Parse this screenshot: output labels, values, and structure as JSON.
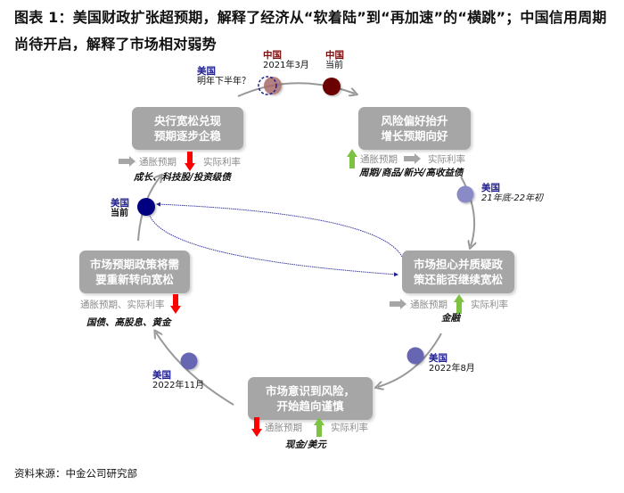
{
  "title": "图表 1：美国财政扩张超预期，解释了经济从“软着陆”到“再加速”的“横跳”；中国信用周期尚待开启，解释了市场相对弱势",
  "source": "资料来源：中金公司研究部",
  "colors": {
    "box_fill": "#a6a6a6",
    "cycle_arrow": "#999999",
    "us_current": "#000080",
    "us_past": "#6666b3",
    "cn_current": "#6b0000",
    "cn_past": "#a86a6a",
    "up_arrow": "#7dc242",
    "down_arrow": "#ff0000",
    "flat_arrow": "#a6a6a6",
    "us_text": "#1f1f8f",
    "cn_text": "#7a0f0f"
  },
  "stages": [
    {
      "id": "central-bank-easing",
      "lines": [
        "央行宽松兑现",
        "预期逐步企稳"
      ],
      "inflation_label": "通胀预期",
      "inflation_dir": "flat",
      "real_rate_label": "实际利率",
      "real_rate_dir": "down",
      "assets": "成长、科技股/投资级债"
    },
    {
      "id": "risk-appetite-rising",
      "lines": [
        "风险偏好抬升",
        "增长预期向好"
      ],
      "inflation_label": "通胀预期",
      "inflation_dir": "up",
      "real_rate_label": "实际利率",
      "real_rate_dir": "flat",
      "assets": "周期/商品/新兴/高收益债"
    },
    {
      "id": "market-doubts-policy",
      "lines": [
        "市场担心并质疑政",
        "策还能否继续宽松"
      ],
      "inflation_label": "通胀预期",
      "inflation_dir": "flat",
      "real_rate_label": "实际利率",
      "real_rate_dir": "up",
      "assets": "金融"
    },
    {
      "id": "market-aware-of-risk",
      "lines": [
        "市场意识到风险，",
        "开始趋向谨慎"
      ],
      "inflation_label": "通胀预期",
      "inflation_dir": "down",
      "real_rate_label": "实际利率",
      "real_rate_dir": "up",
      "assets": "现金/美元"
    },
    {
      "id": "policy-expected-to-ease",
      "lines": [
        "市场预期政策将需",
        "要重新转向宽松"
      ],
      "combined_label": "通胀预期、实际利率",
      "combined_dir": "down",
      "assets": "国债、高股息、黄金"
    }
  ],
  "markers": [
    {
      "id": "cn-2021-03",
      "country": "中国",
      "note": "2021年3月"
    },
    {
      "id": "cn-current",
      "country": "中国",
      "note": "当前"
    },
    {
      "id": "us-next-h2",
      "country": "美国",
      "note": "明年下半年？"
    },
    {
      "id": "us-21end-22start",
      "country": "美国",
      "note": "21年底-22年初"
    },
    {
      "id": "us-2022-08",
      "country": "美国",
      "note": "2022年8月"
    },
    {
      "id": "us-2022-11",
      "country": "美国",
      "note": "2022年11月"
    },
    {
      "id": "us-current",
      "country": "美国",
      "note": "当前"
    }
  ]
}
